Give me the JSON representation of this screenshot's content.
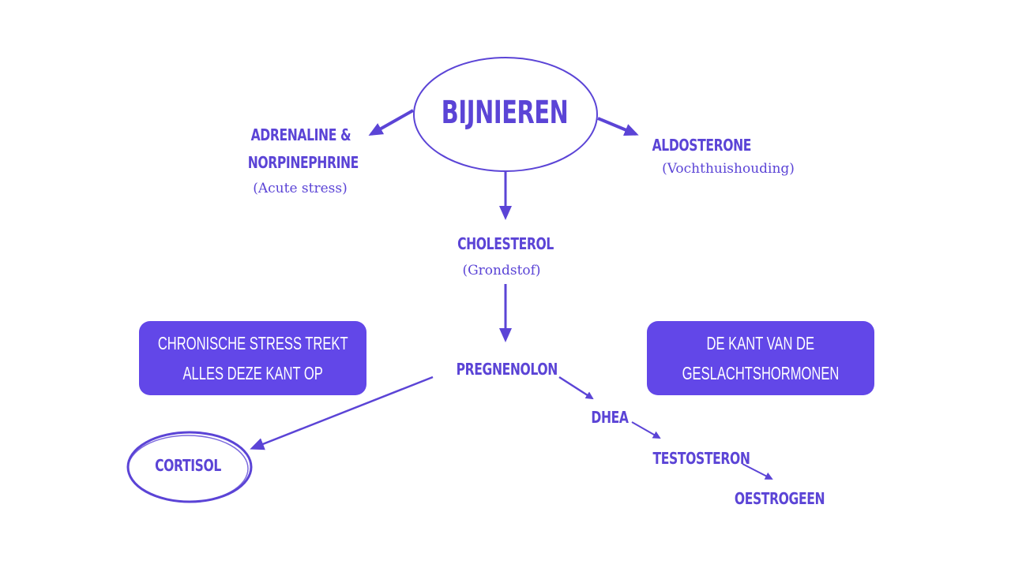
{
  "title": "BIJNIEREN",
  "adrenaline": {
    "line1": "ADRENALINE &",
    "line2": "NORPINEPHRINE",
    "note": "(Acute stress)"
  },
  "aldosterone": {
    "label": "ALDOSTERONE",
    "note": "(Vochthuishouding)"
  },
  "cholesterol": {
    "label": "CHOLESTEROL",
    "note": "(Grondstof)"
  },
  "pregnenolon": {
    "label": "PREGNENOLON"
  },
  "cortisol": {
    "label": "CORTISOL"
  },
  "dhea": {
    "label": "DHEA"
  },
  "testosteron": {
    "label": "TESTOSTERON"
  },
  "oestrogeen": {
    "label": "OESTROGEEN"
  },
  "box_left": {
    "line1": "CHRONISCHE STRESS TREKT",
    "line2": "ALLES DEZE KANT OP"
  },
  "box_right": {
    "line1": "DE KANT VAN DE",
    "line2": "GESLACHTSHORMONEN"
  },
  "colors": {
    "accent": "#5b44d6",
    "box": "#6247e8",
    "box_text": "#ffffff"
  }
}
